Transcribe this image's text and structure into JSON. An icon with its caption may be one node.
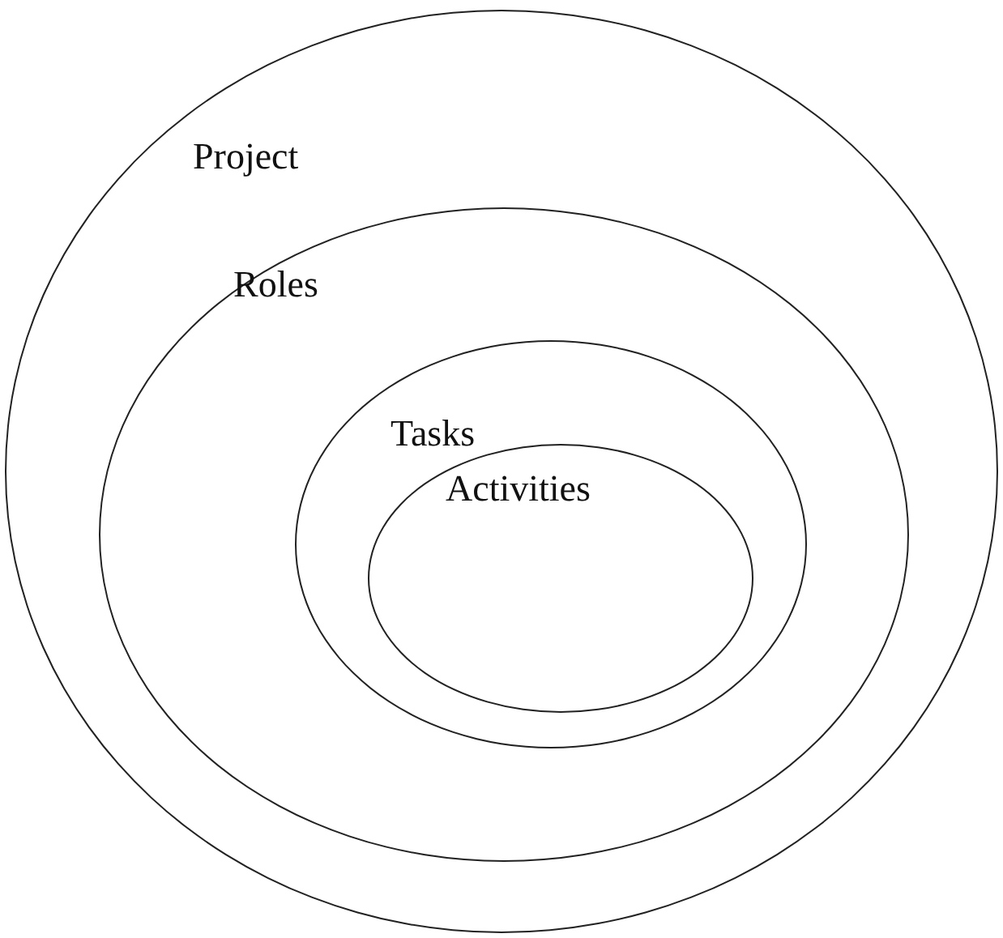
{
  "diagram": {
    "nodes": [
      {
        "text": [
          "Project"
        ]
      },
      {
        "text": [
          "Roles"
        ],
        "in": 0
      },
      {
        "text": [
          "Tasks"
        ],
        "in": 1
      },
      {
        "text": [
          "Activities"
        ],
        "in": 2
      }
    ]
  }
}
